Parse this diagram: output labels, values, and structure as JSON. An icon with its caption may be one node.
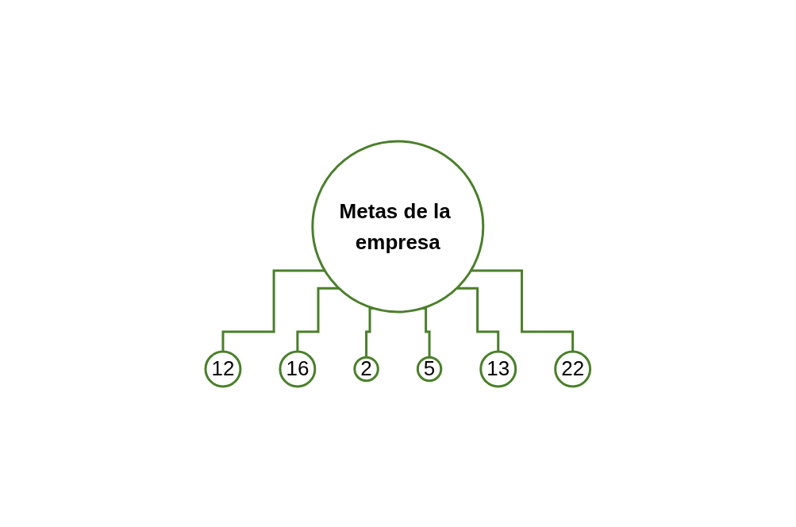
{
  "diagram": {
    "nodes": [
      {
        "text": [
          "Metas de la empresa"
        ]
      },
      {
        "text": [
          "12"
        ]
      },
      {
        "text": [
          "16"
        ]
      },
      {
        "text": [
          "2"
        ]
      },
      {
        "text": [
          "5"
        ]
      },
      {
        "text": [
          "13"
        ]
      },
      {
        "text": [
          "22"
        ]
      }
    ],
    "edges": [
      {
        "from": 0,
        "to": 1,
        "arrow": "none"
      },
      {
        "from": 0,
        "to": 2,
        "arrow": "none"
      },
      {
        "from": 0,
        "to": 3,
        "arrow": "none"
      },
      {
        "from": 0,
        "to": 4,
        "arrow": "none"
      },
      {
        "from": 0,
        "to": 5,
        "arrow": "none"
      },
      {
        "from": 0,
        "to": 6,
        "arrow": "none"
      }
    ]
  }
}
